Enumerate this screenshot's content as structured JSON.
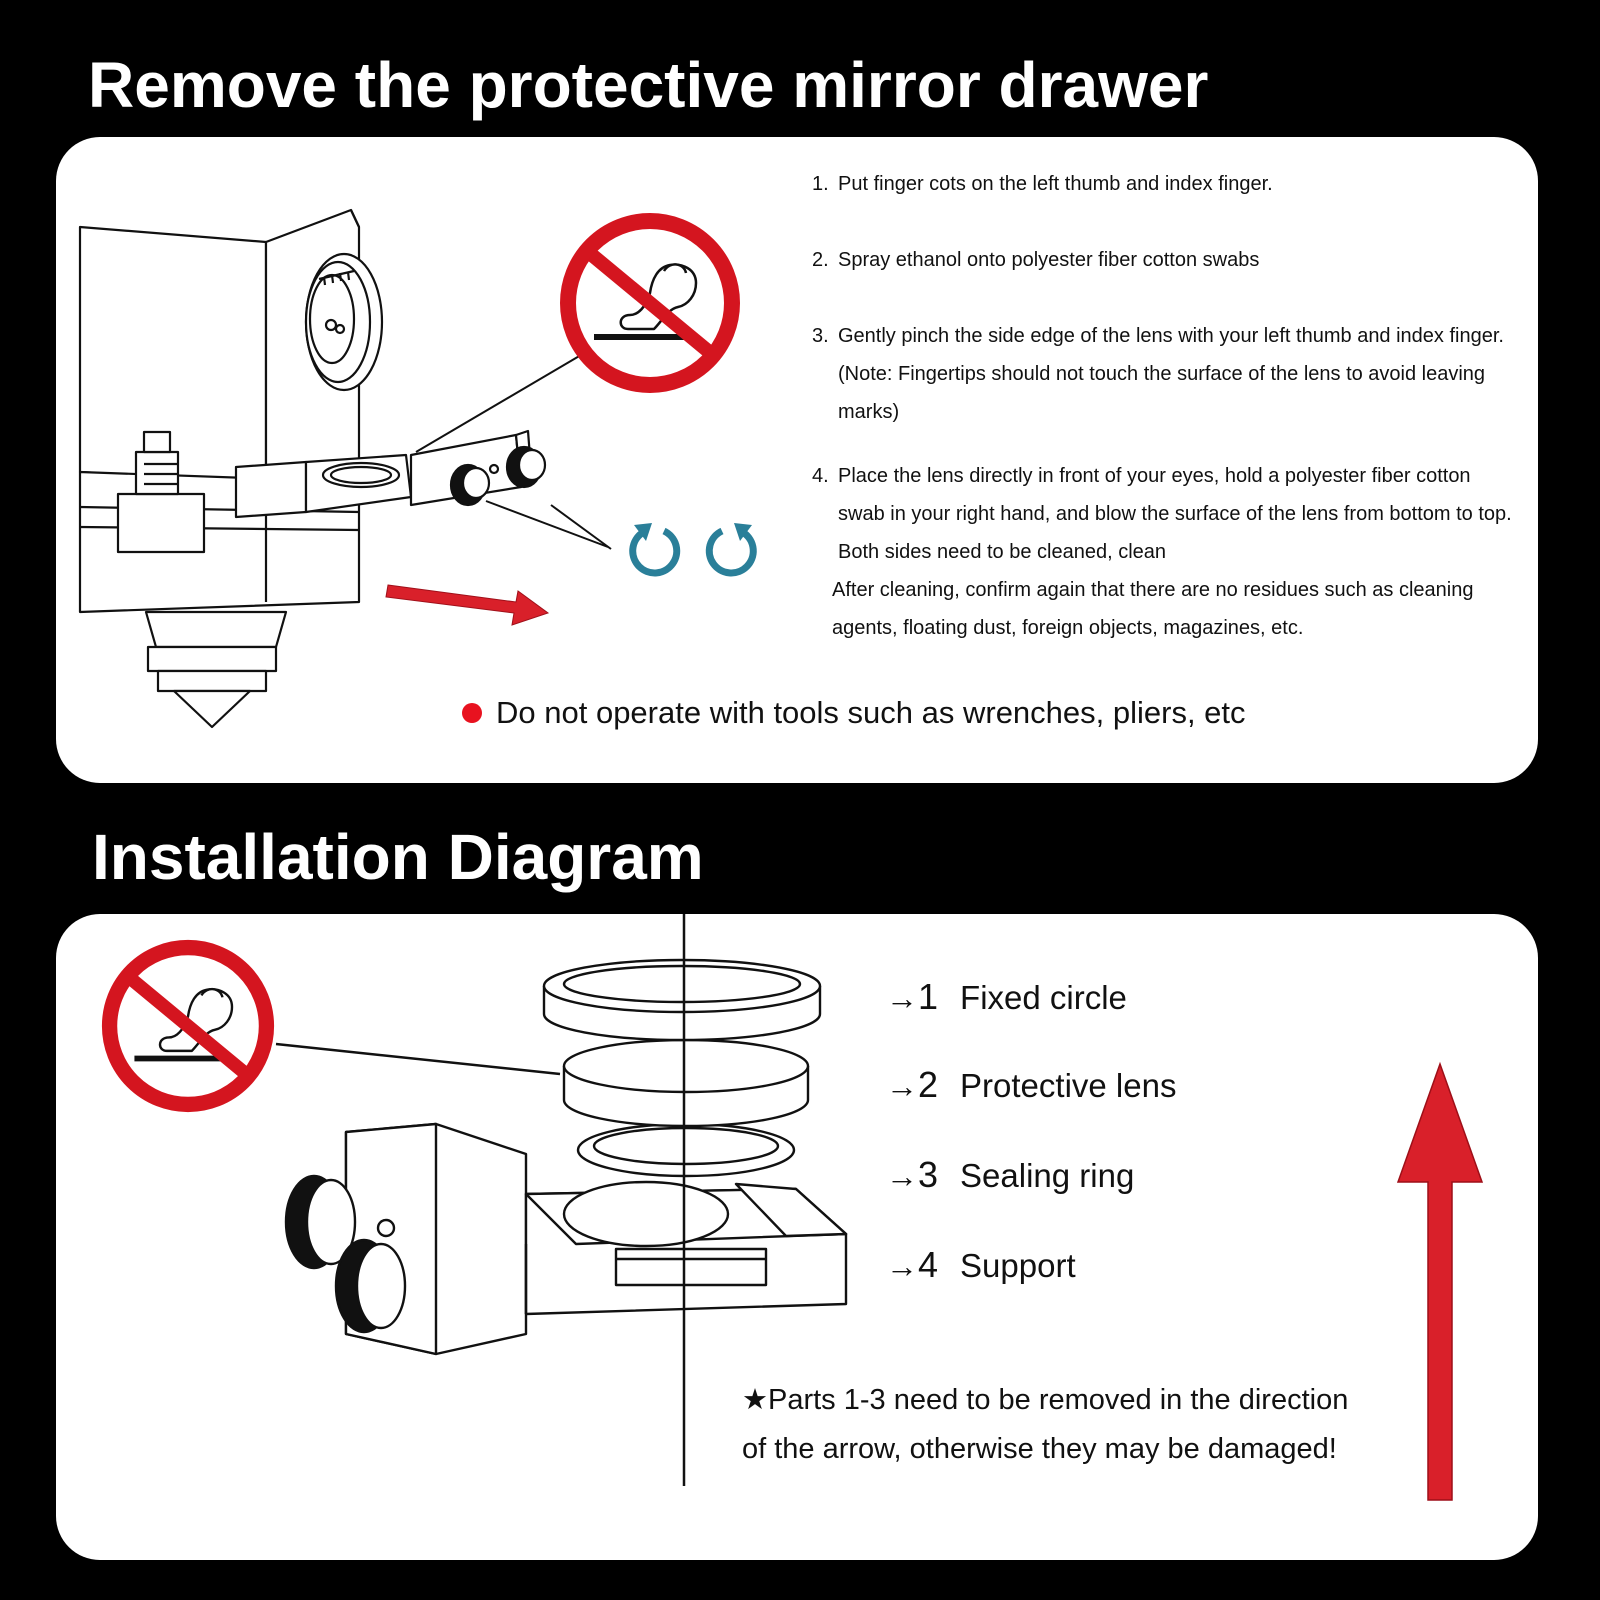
{
  "section1": {
    "title": "Remove the protective mirror drawer",
    "steps": [
      {
        "num": "1.",
        "text": "Put finger cots on the left thumb and index finger."
      },
      {
        "num": "2.",
        "text": "Spray ethanol onto polyester fiber cotton swabs"
      },
      {
        "num": "3.",
        "text": "Gently pinch the side edge of the lens with your left thumb and index finger. (Note: Fingertips should not touch the surface of the lens to avoid leaving marks)"
      },
      {
        "num": "4.",
        "text": "Place the lens directly in front of your eyes, hold a polyester fiber cotton swab in your right hand, and blow the surface of the lens from bottom to top. Both sides need to be cleaned, clean"
      }
    ],
    "step4_extra": "After cleaning, confirm again that there are no residues such as cleaning agents, floating dust, foreign objects, magazines, etc.",
    "warning": "Do not operate with tools such as wrenches, pliers, etc"
  },
  "section2": {
    "title": "Installation Diagram",
    "parts": [
      {
        "arrow": "→",
        "num": "1",
        "label": "Fixed circle"
      },
      {
        "arrow": "→",
        "num": "2",
        "label": "Protective lens"
      },
      {
        "arrow": "→",
        "num": "3",
        "label": "Sealing ring"
      },
      {
        "arrow": "→",
        "num": "4",
        "label": "Support"
      }
    ],
    "note_line1": "★Parts 1-3 need to be removed in the direction",
    "note_line2": "of  the arrow, otherwise they may be damaged!"
  },
  "colors": {
    "background": "#000000",
    "panel": "#ffffff",
    "prohibition_red": "#d4151f",
    "arrow_red": "#d9202a",
    "rotate_blue": "#2a7f99"
  }
}
